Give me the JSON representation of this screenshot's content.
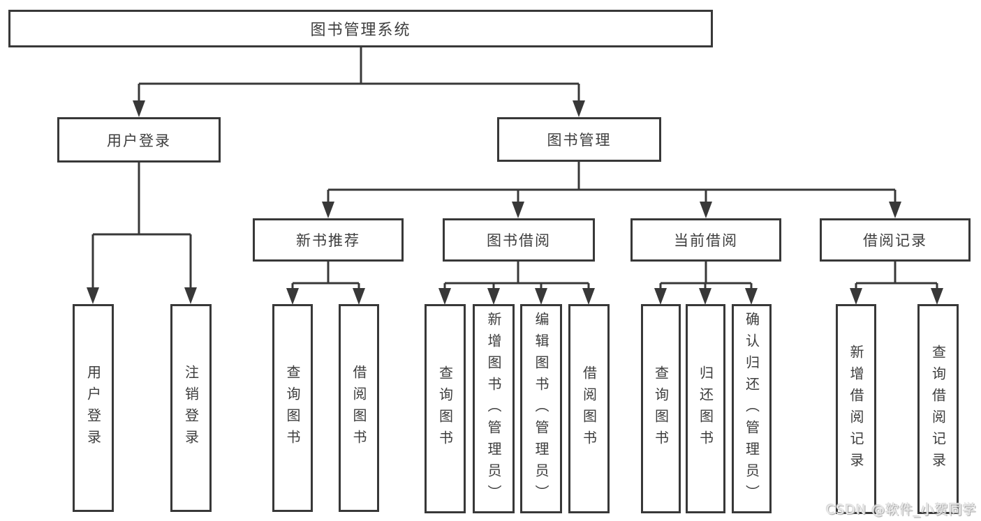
{
  "diagram": {
    "watermark": "CSDN @软件_小贺同学",
    "colors": {
      "line": "#383838",
      "box_border": "#383838",
      "box_fill": "#ffffff",
      "text": "#3d3d3d",
      "watermark_text": "#ececec"
    },
    "tree": {
      "root": "图书管理系统",
      "branches": [
        {
          "label": "用户登录",
          "children": [
            "用户登录",
            "注销登录"
          ]
        },
        {
          "label": "图书管理",
          "groups": [
            {
              "label": "新书推荐",
              "children": [
                "查询图书",
                "借阅图书"
              ]
            },
            {
              "label": "图书借阅",
              "children": [
                "查询图书",
                "新增图书（管理员）",
                "编辑图书（管理员）",
                "借阅图书"
              ]
            },
            {
              "label": "当前借阅",
              "children": [
                "查询图书",
                "归还图书",
                "确认归还（管理员）"
              ]
            },
            {
              "label": "借阅记录",
              "children": [
                "新增借阅记录",
                "查询借阅记录"
              ]
            }
          ]
        }
      ]
    }
  }
}
